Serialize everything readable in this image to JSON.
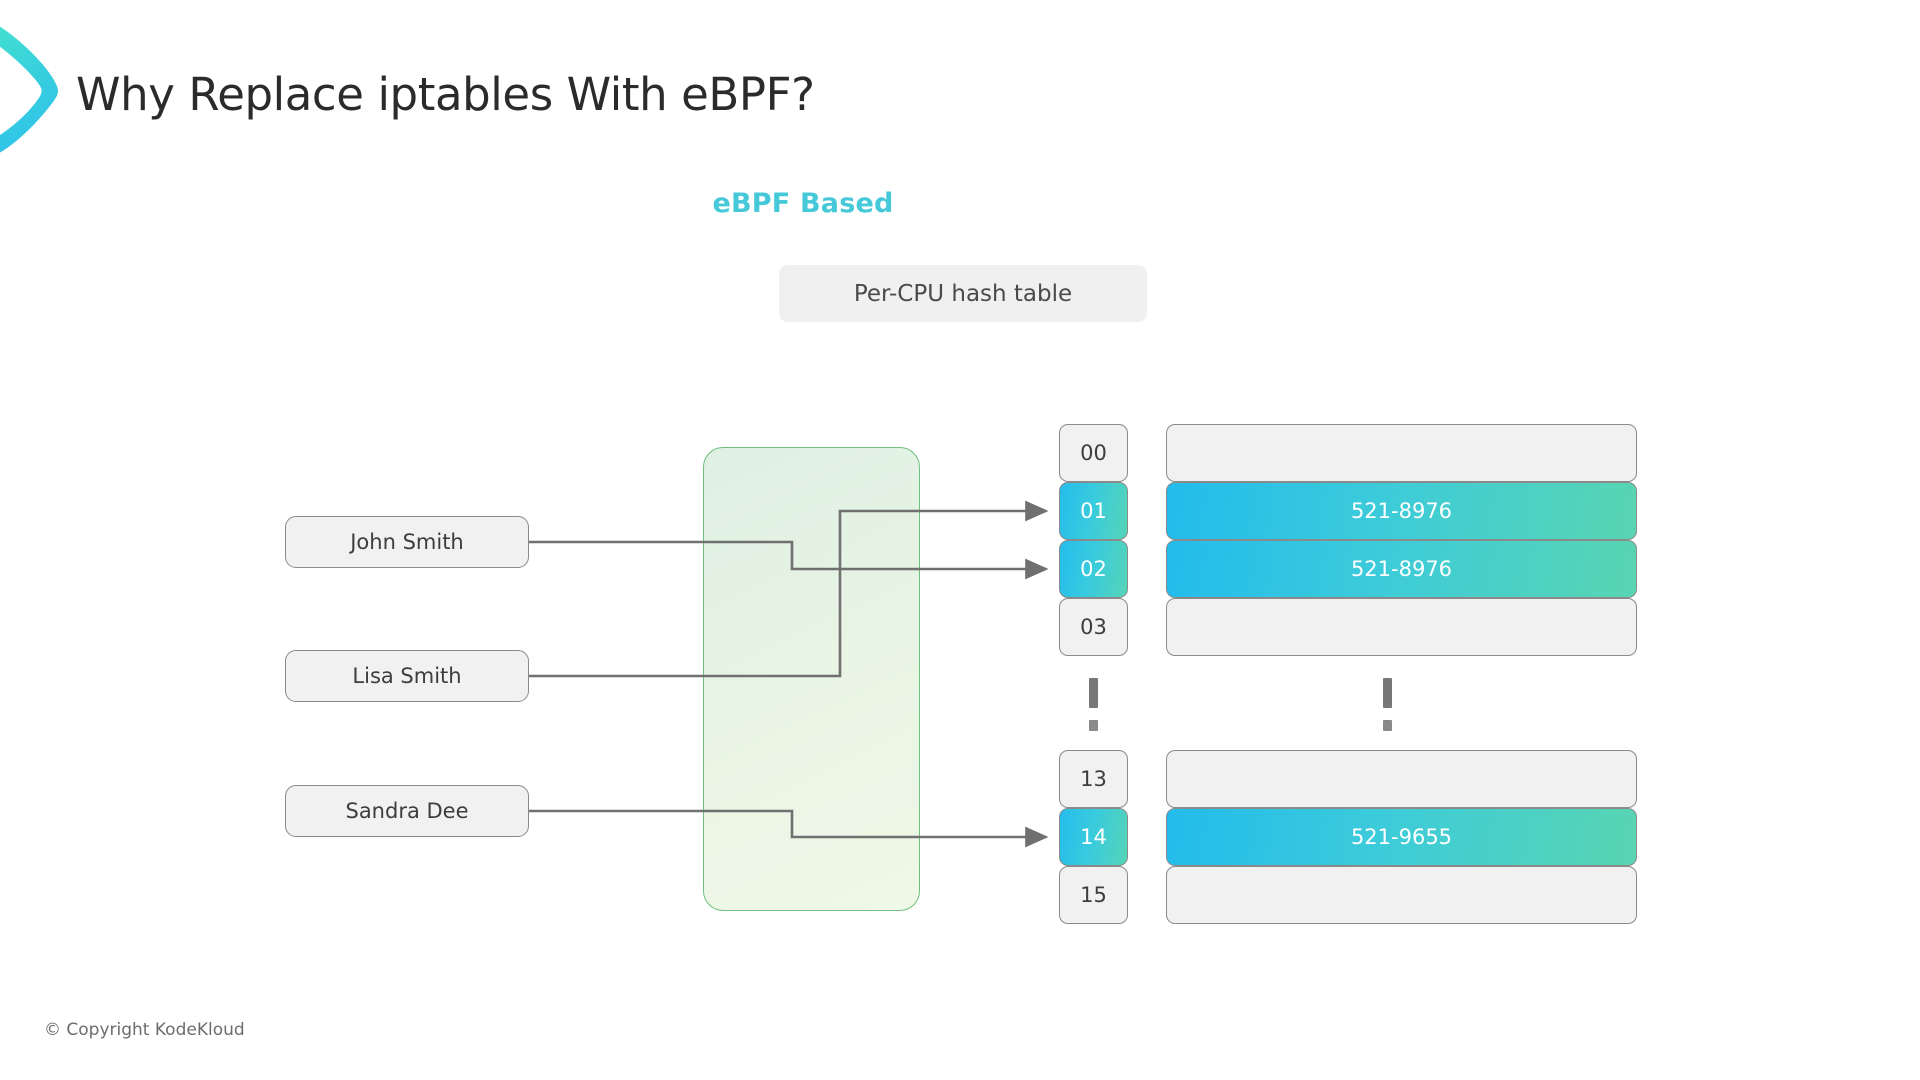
{
  "slide": {
    "title": "Why Replace iptables With eBPF?",
    "section_heading": "eBPF Based",
    "subtitle_pill": "Per-CPU hash table",
    "footer": "© Copyright KodeKloud"
  },
  "brand": {
    "logo_icon": "chevron-right-icon",
    "accent_start": "#3fe0d0",
    "accent_end": "#35c6e6"
  },
  "colors": {
    "heading_teal": "#45c8d8",
    "cell_fill_start": "#22bcec",
    "cell_fill_end": "#59d5b2",
    "box_gray": "#f1f1f2",
    "border_gray": "#8a8a8a",
    "hash_box_border": "#6fc07f",
    "connector_gray": "#707070",
    "title_color": "#2b2b2b"
  },
  "keys": [
    {
      "label": "John Smith"
    },
    {
      "label": "Lisa Smith"
    },
    {
      "label": "Sandra Dee"
    }
  ],
  "hash_function": {
    "label": "",
    "icon": "hash-function-box"
  },
  "buckets": [
    {
      "index": "00",
      "value": "",
      "filled": false
    },
    {
      "index": "01",
      "value": "521-8976",
      "filled": true
    },
    {
      "index": "02",
      "value": "521-8976",
      "filled": true
    },
    {
      "index": "03",
      "value": "",
      "filled": false
    },
    {
      "index": "13",
      "value": "",
      "filled": false
    },
    {
      "index": "14",
      "value": "521-9655",
      "filled": true
    },
    {
      "index": "15",
      "value": "",
      "filled": false
    }
  ],
  "ellipsis": {
    "index_column_marker": "vertical-ellipsis-icon",
    "value_column_marker": "vertical-ellipsis-icon"
  },
  "connections": [
    {
      "from": "John Smith",
      "to": "02"
    },
    {
      "from": "Lisa Smith",
      "to": "01"
    },
    {
      "from": "Sandra Dee",
      "to": "14"
    }
  ]
}
